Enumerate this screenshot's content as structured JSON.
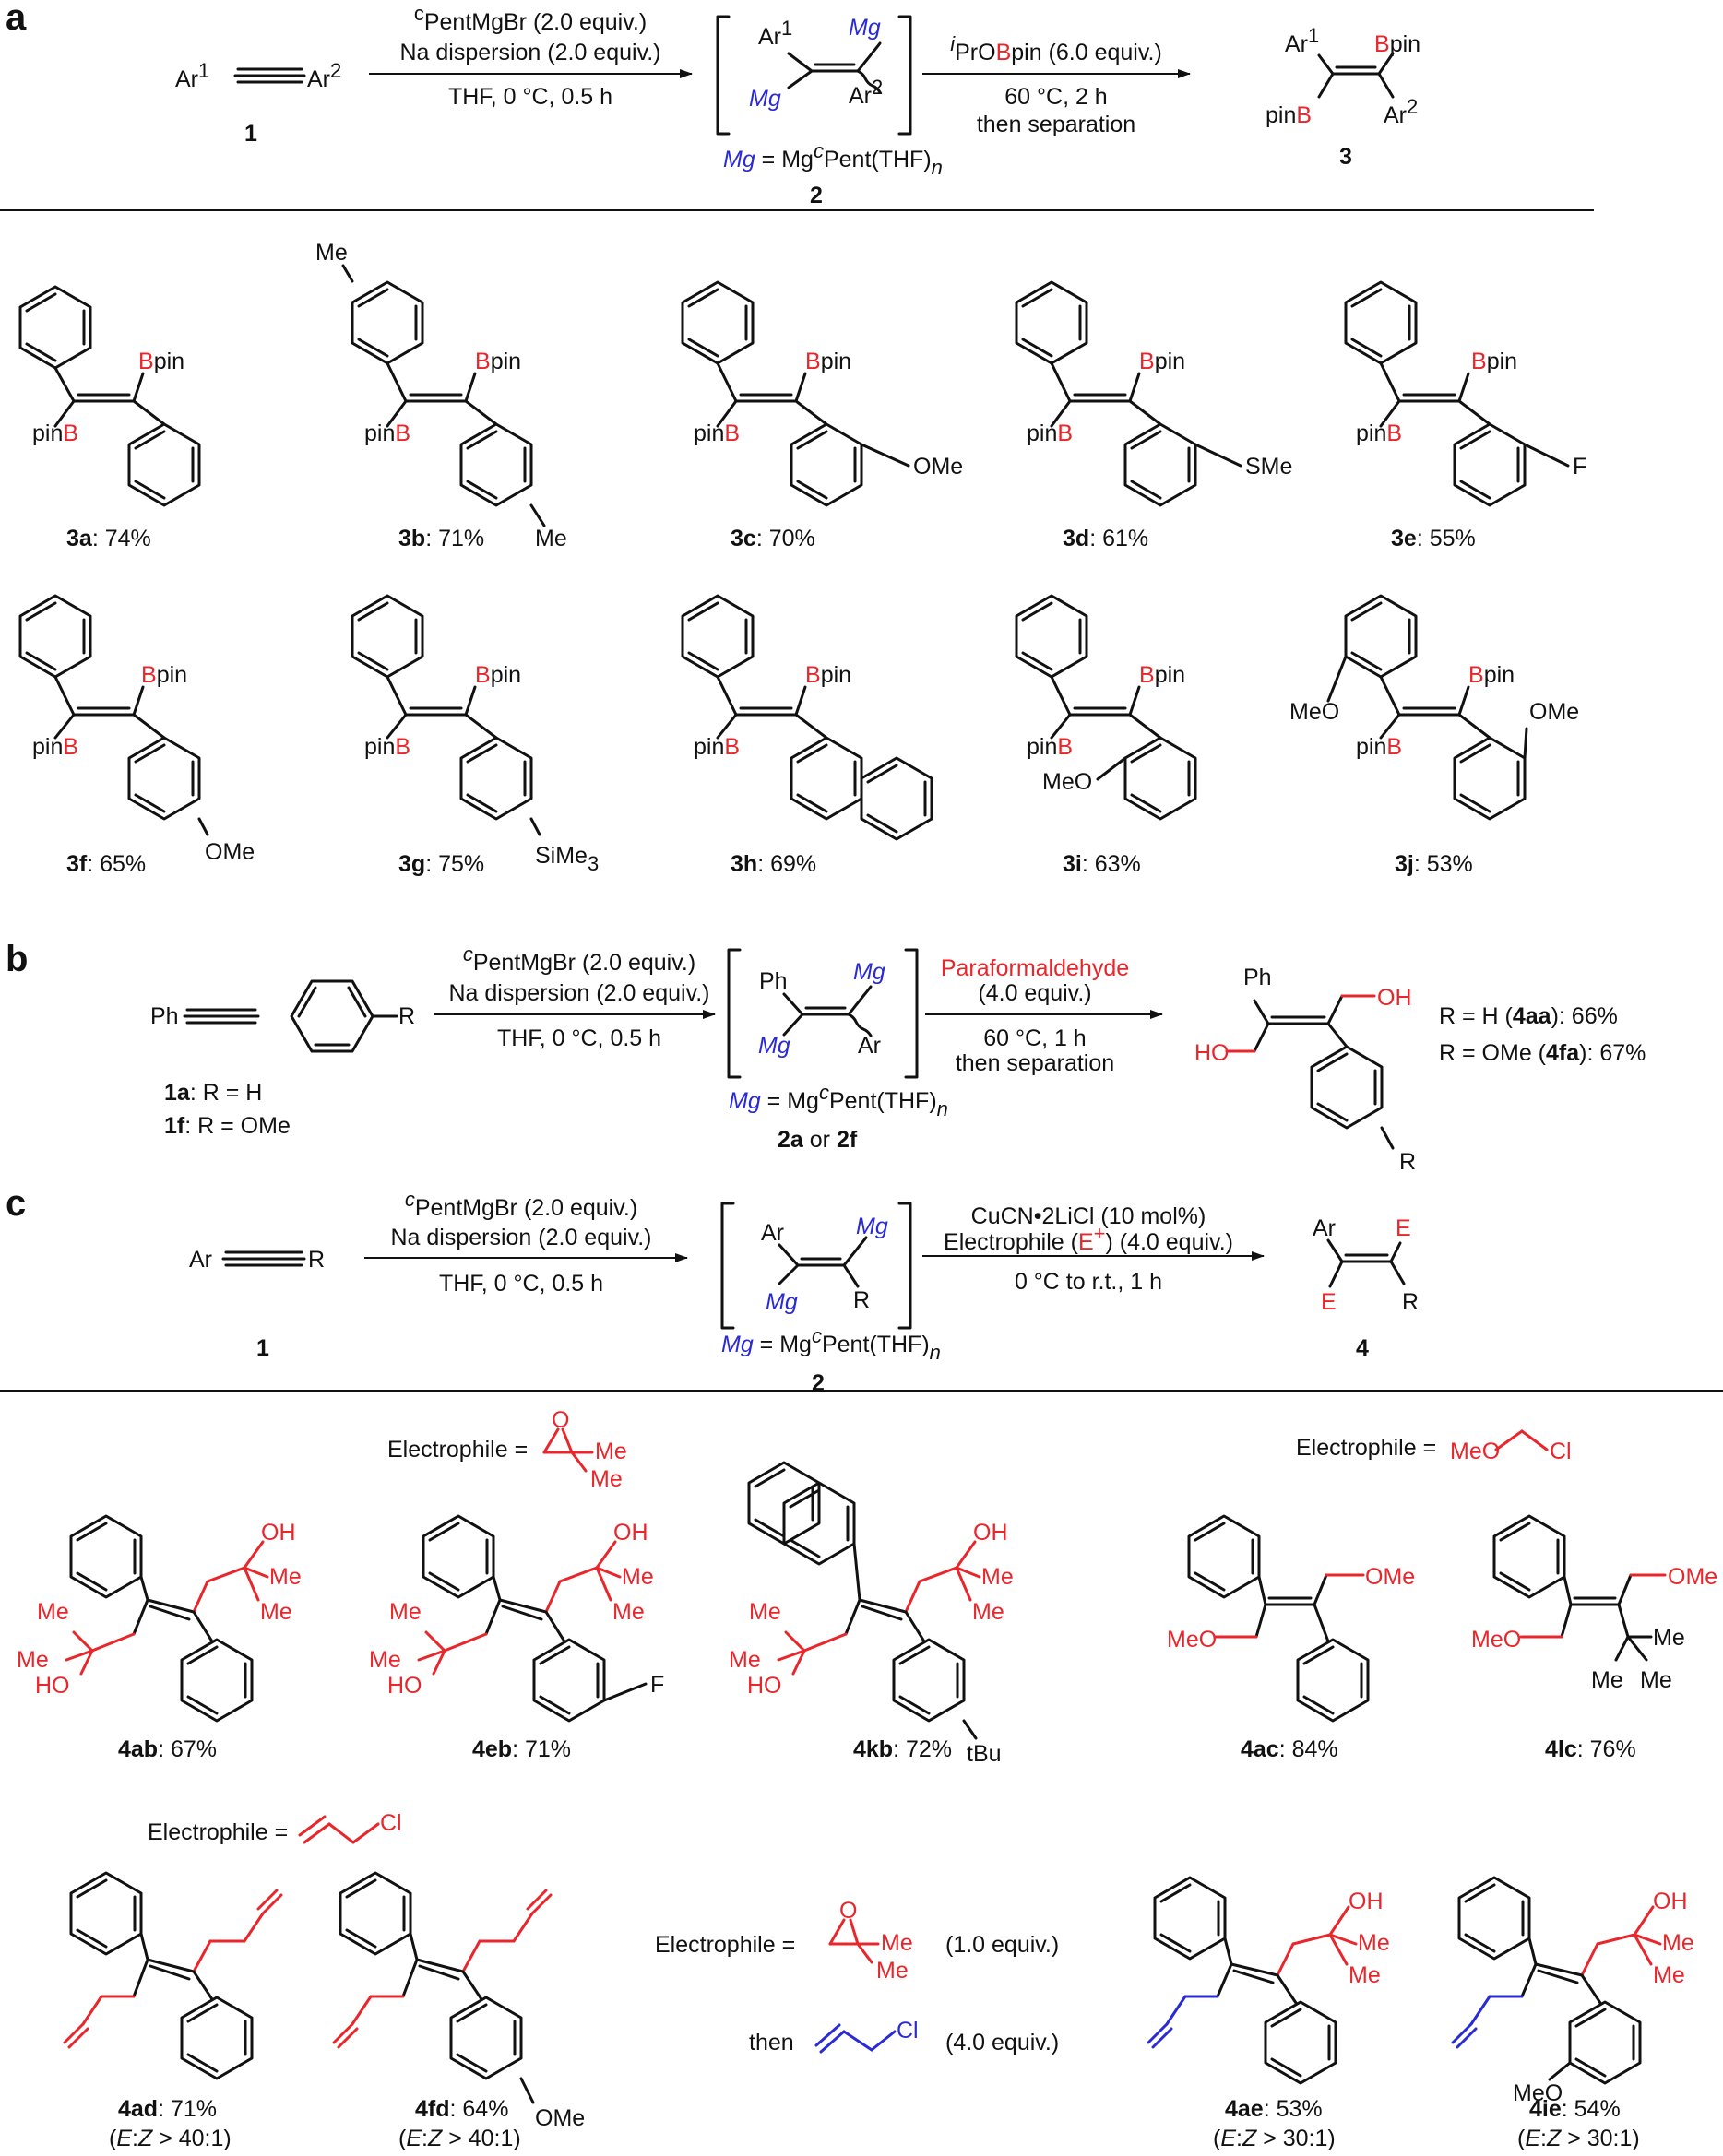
{
  "panels": {
    "a": "a",
    "b": "b",
    "c": "c"
  },
  "scheme_a": {
    "reagents_line1_sup": "c",
    "reagents_line1": "PentMgBr (2.0 equiv.)",
    "reagents_line2": "Na dispersion (2.0 equiv.)",
    "reagents_line3": "THF, 0 °C, 0.5 h",
    "step2_line1_sup": "i",
    "step2_line1_a": "PrO",
    "step2_line1_b": "B",
    "step2_line1_c": "pin (6.0 equiv.)",
    "step2_line2": "60 °C, 2 h",
    "step2_line3": "then separation",
    "start_ar1": "Ar",
    "start_ar1_sup": "1",
    "start_ar2": "Ar",
    "start_ar2_sup": "2",
    "start_label": "1",
    "inter_ar1": "Ar",
    "inter_ar1_sup": "1",
    "inter_ar2": "Ar",
    "inter_ar2_sup": "2",
    "inter_mg": "Mg",
    "inter_def_a": "Mg",
    "inter_def_b": " = Mg",
    "inter_def_sup": "c",
    "inter_def_c": "Pent(THF)",
    "inter_def_n": "n",
    "inter_label": "2",
    "prod_ar1": "Ar",
    "prod_ar1_sup": "1",
    "prod_ar2": "Ar",
    "prod_ar2_sup": "2",
    "prod_bpin_b": "B",
    "prod_bpin_pin": "pin",
    "prod_pinb_pin": "pin",
    "prod_pinb_b": "B",
    "prod_label": "3"
  },
  "products_a": [
    {
      "id": "3a",
      "yield": ": 74%"
    },
    {
      "id": "3b",
      "yield": ": 71%"
    },
    {
      "id": "3c",
      "yield": ": 70%"
    },
    {
      "id": "3d",
      "yield": ": 61%"
    },
    {
      "id": "3e",
      "yield": ": 55%"
    },
    {
      "id": "3f",
      "yield": ": 65%"
    },
    {
      "id": "3g",
      "yield": ": 75%"
    },
    {
      "id": "3h",
      "yield": ": 69%"
    },
    {
      "id": "3i",
      "yield": ": 63%"
    },
    {
      "id": "3j",
      "yield": ": 53%"
    }
  ],
  "substituents_a": {
    "me": "Me",
    "ome": "OMe",
    "sme": "SMe",
    "f": "F",
    "simem": "SiMe",
    "simem_sub": "3",
    "meo": "MeO"
  },
  "scheme_b": {
    "reagents_line1_sup": "c",
    "reagents_line1": "PentMgBr (2.0 equiv.)",
    "reagents_line2": "Na dispersion (2.0 equiv.)",
    "reagents_line3": "THF, 0 °C, 0.5 h",
    "step2_line1": "Paraformaldehyde",
    "step2_line2": "(4.0 equiv.)",
    "step2_line3": "60 °C, 1 h",
    "step2_line4": "then separation",
    "start_ph": "Ph",
    "start_r": "R",
    "start_1a_bold": "1a",
    "start_1a_rest": ": R = H",
    "start_1f_bold": "1f",
    "start_1f_rest": ": R = OMe",
    "inter_ph": "Ph",
    "inter_ar": "Ar",
    "inter_mg": "Mg",
    "inter_def_a": "Mg",
    "inter_def_b": " = Mg",
    "inter_def_sup": "c",
    "inter_def_c": "Pent(THF)",
    "inter_def_n": "n",
    "inter_label_a": "2a",
    "inter_label_or": " or ",
    "inter_label_f": "2f",
    "prod_ph": "Ph",
    "prod_oh": "OH",
    "prod_ho": "HO",
    "prod_r": "R",
    "result1_a": "R = H (",
    "result1_b": "4aa",
    "result1_c": "): 66%",
    "result2_a": "R = OMe (",
    "result2_b": "4fa",
    "result2_c": "): 67%"
  },
  "scheme_c": {
    "reagents_line1_sup": "c",
    "reagents_line1": "PentMgBr (2.0 equiv.)",
    "reagents_line2": "Na dispersion (2.0 equiv.)",
    "reagents_line3": "THF, 0 °C, 0.5 h",
    "step2_line1": "CuCN•2LiCl (10 mol%)",
    "step2_line2_a": "Electrophile (",
    "step2_line2_b": "E",
    "step2_line2_sup": "+",
    "step2_line2_c": ") (4.0 equiv.)",
    "step2_line3": "0 °C to r.t., 1 h",
    "start_ar": "Ar",
    "start_r": "R",
    "start_label": "1",
    "inter_ar": "Ar",
    "inter_r": "R",
    "inter_mg": "Mg",
    "inter_def_a": "Mg",
    "inter_def_b": " = Mg",
    "inter_def_sup": "c",
    "inter_def_c": "Pent(THF)",
    "inter_def_n": "n",
    "inter_label": "2",
    "prod_ar": "Ar",
    "prod_r": "R",
    "prod_e": "E",
    "prod_label": "4"
  },
  "electrophiles": {
    "epoxide_label": "Electrophile =",
    "epoxide_o": "O",
    "epoxide_me1": "Me",
    "epoxide_me2": "Me",
    "mom_label": "Electrophile =",
    "mom_meo": "MeO",
    "mom_cl": "Cl",
    "allyl_label": "Electrophile =",
    "allyl_cl": "Cl",
    "seq_label": "Electrophile =",
    "seq_o": "O",
    "seq_me1": "Me",
    "seq_me2": "Me",
    "seq_equiv1": "(1.0 equiv.)",
    "seq_then": "then",
    "seq_cl": "Cl",
    "seq_equiv2": "(4.0 equiv.)"
  },
  "products_c": [
    {
      "id": "4ab",
      "yield": ": 67%"
    },
    {
      "id": "4eb",
      "yield": ": 71%"
    },
    {
      "id": "4kb",
      "yield": ": 72%"
    },
    {
      "id": "4ac",
      "yield": ": 84%"
    },
    {
      "id": "4lc",
      "yield": ": 76%"
    },
    {
      "id": "4ad",
      "yield": ": 71%",
      "ratio_a": "(",
      "ratio_e": "E",
      "ratio_colon": ":",
      "ratio_z": "Z",
      "ratio_b": " > 40:1)"
    },
    {
      "id": "4fd",
      "yield": ": 64%",
      "ratio_a": "(",
      "ratio_e": "E",
      "ratio_colon": ":",
      "ratio_z": "Z",
      "ratio_b": " > 40:1)"
    },
    {
      "id": "4ae",
      "yield": ": 53%",
      "ratio_a": "(",
      "ratio_e": "E",
      "ratio_colon": ":",
      "ratio_z": "Z",
      "ratio_b": " > 30:1)"
    },
    {
      "id": "4ie",
      "yield": ": 54%",
      "ratio_a": "(",
      "ratio_e": "E",
      "ratio_colon": ":",
      "ratio_z": "Z",
      "ratio_b": " > 30:1)"
    }
  ],
  "substituents_c": {
    "oh": "OH",
    "me": "Me",
    "ho": "HO",
    "f": "F",
    "tbu": "tBu",
    "ome": "OMe",
    "meo": "MeO"
  }
}
